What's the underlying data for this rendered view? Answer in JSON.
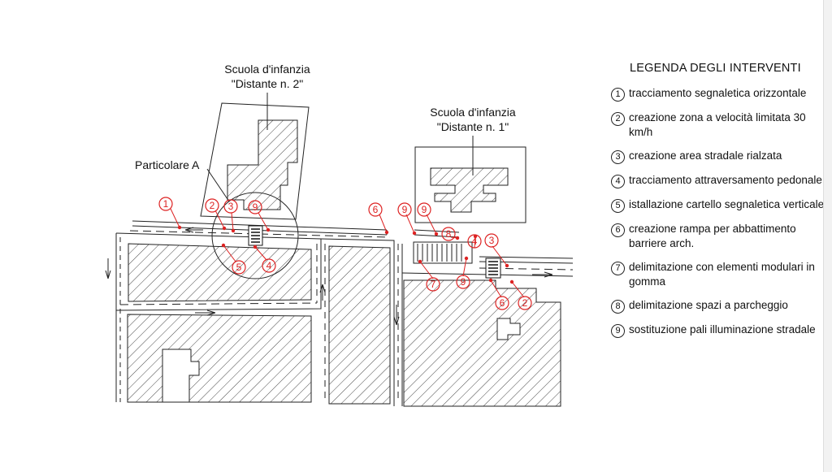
{
  "labels": {
    "school2_line1": "Scuola d'infanzia",
    "school2_line2": "\"Distante n. 2\"",
    "school1_line1": "Scuola d'infanzia",
    "school1_line2": "\"Distante n. 1\"",
    "detail": "Particolare A"
  },
  "callouts": {
    "c1": "1",
    "c2a": "2",
    "c3a": "3",
    "c9a": "9",
    "c5": "5",
    "c4a": "4",
    "c6a": "6",
    "c9b": "9",
    "c9c": "9",
    "c8": "8",
    "c4b": "4",
    "c3b": "3",
    "c7": "7",
    "c9d": "9",
    "c6b": "6",
    "c2b": "2"
  },
  "legend": {
    "title": "LEGENDA DEGLI INTERVENTI",
    "items": [
      {
        "num": "1",
        "text": "tracciamento segnaletica orizzontale"
      },
      {
        "num": "2",
        "text": "creazione zona a velocità limitata 30 km/h"
      },
      {
        "num": "3",
        "text": "creazione area stradale rialzata"
      },
      {
        "num": "4",
        "text": "tracciamento attraversamento pedonale"
      },
      {
        "num": "5",
        "text": "istallazione cartello segnaletica verticale"
      },
      {
        "num": "6",
        "text": "creazione rampa per abbattimento barriere arch."
      },
      {
        "num": "7",
        "text": "delimitazione con elementi modulari in gomma"
      },
      {
        "num": "8",
        "text": "delimitazione spazi a parcheggio"
      },
      {
        "num": "9",
        "text": "sostituzione pali illuminazione stradale"
      }
    ]
  },
  "colors": {
    "accent": "#d22222",
    "ink": "#111111"
  }
}
